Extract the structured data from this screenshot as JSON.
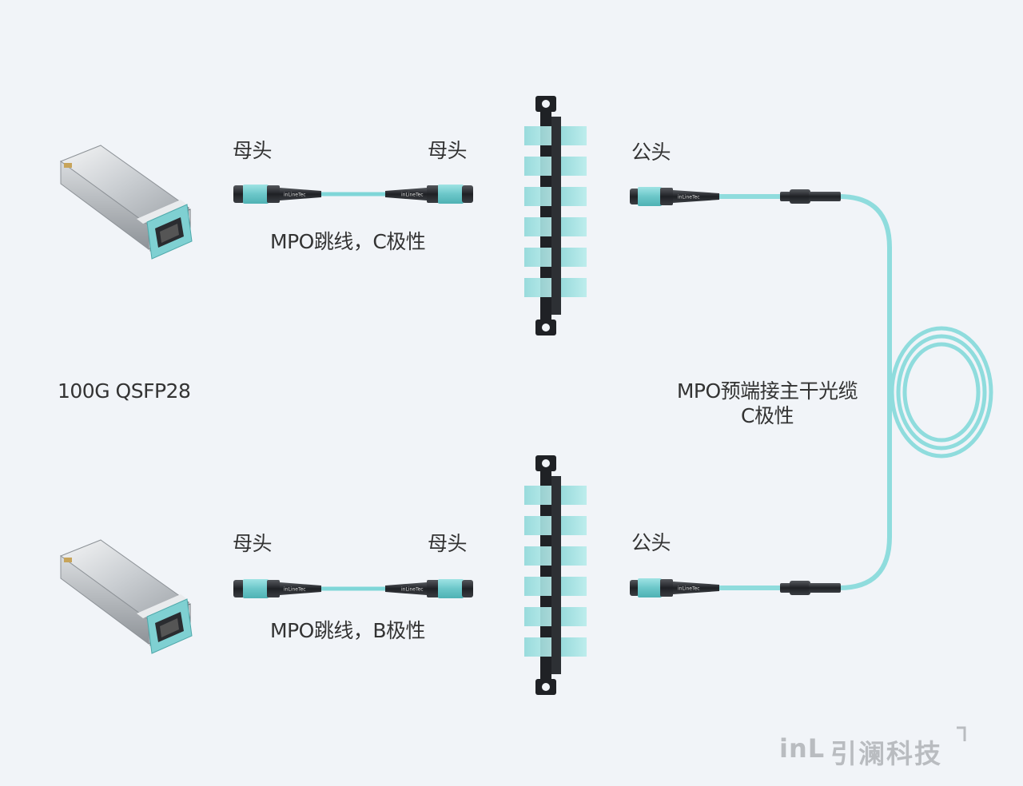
{
  "transceiver": {
    "label": "100G QSFP28"
  },
  "top_link": {
    "left_connector_label": "母头",
    "right_connector_label": "母头",
    "patch_cord_label": "MPO跳线，C极性",
    "trunk_connector_label": "公头"
  },
  "bottom_link": {
    "left_connector_label": "母头",
    "right_connector_label": "母头",
    "patch_cord_label": "MPO跳线，B极性",
    "trunk_connector_label": "公头"
  },
  "trunk_cable": {
    "label_line1": "MPO预端接主干光缆",
    "label_line2": "C极性"
  },
  "connector_brand_text": "inLineTec",
  "logo": {
    "latin": "inL",
    "chinese": "引澜科技"
  },
  "colors": {
    "background": "#f1f4f8",
    "fiber_aqua": "#7fd6d8",
    "aqua_part": "#6fc8c9",
    "connector_black": "#2a2c30",
    "label_text": "#333333",
    "logo_gray": "#b9bcc0"
  }
}
